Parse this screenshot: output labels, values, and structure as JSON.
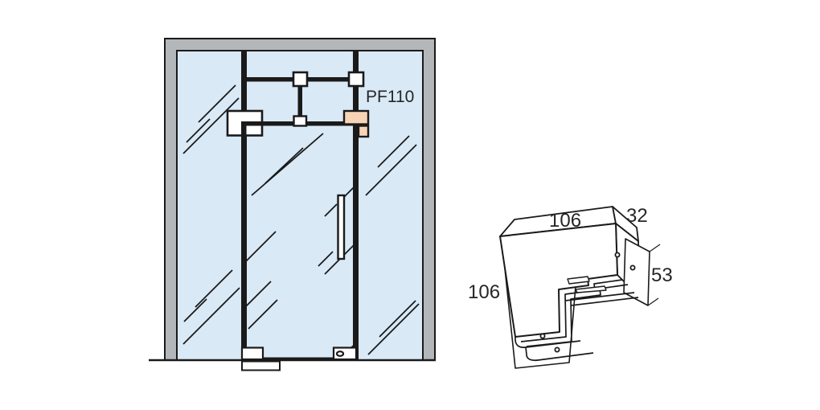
{
  "diagram": {
    "title_context": "Glass door assembly with over-panel corner patch fitting",
    "product_label": "PF110",
    "detail_dimensions": {
      "top_width": "106",
      "depth": "32",
      "side_height": "106",
      "glass_width": "53"
    },
    "colors": {
      "glass": "#d9e9f6",
      "frame": "#b3b7ba",
      "line": "#1a1a1a",
      "fitting_highlight": "#f8d4b6",
      "text": "#262626",
      "background": "#ffffff"
    }
  }
}
